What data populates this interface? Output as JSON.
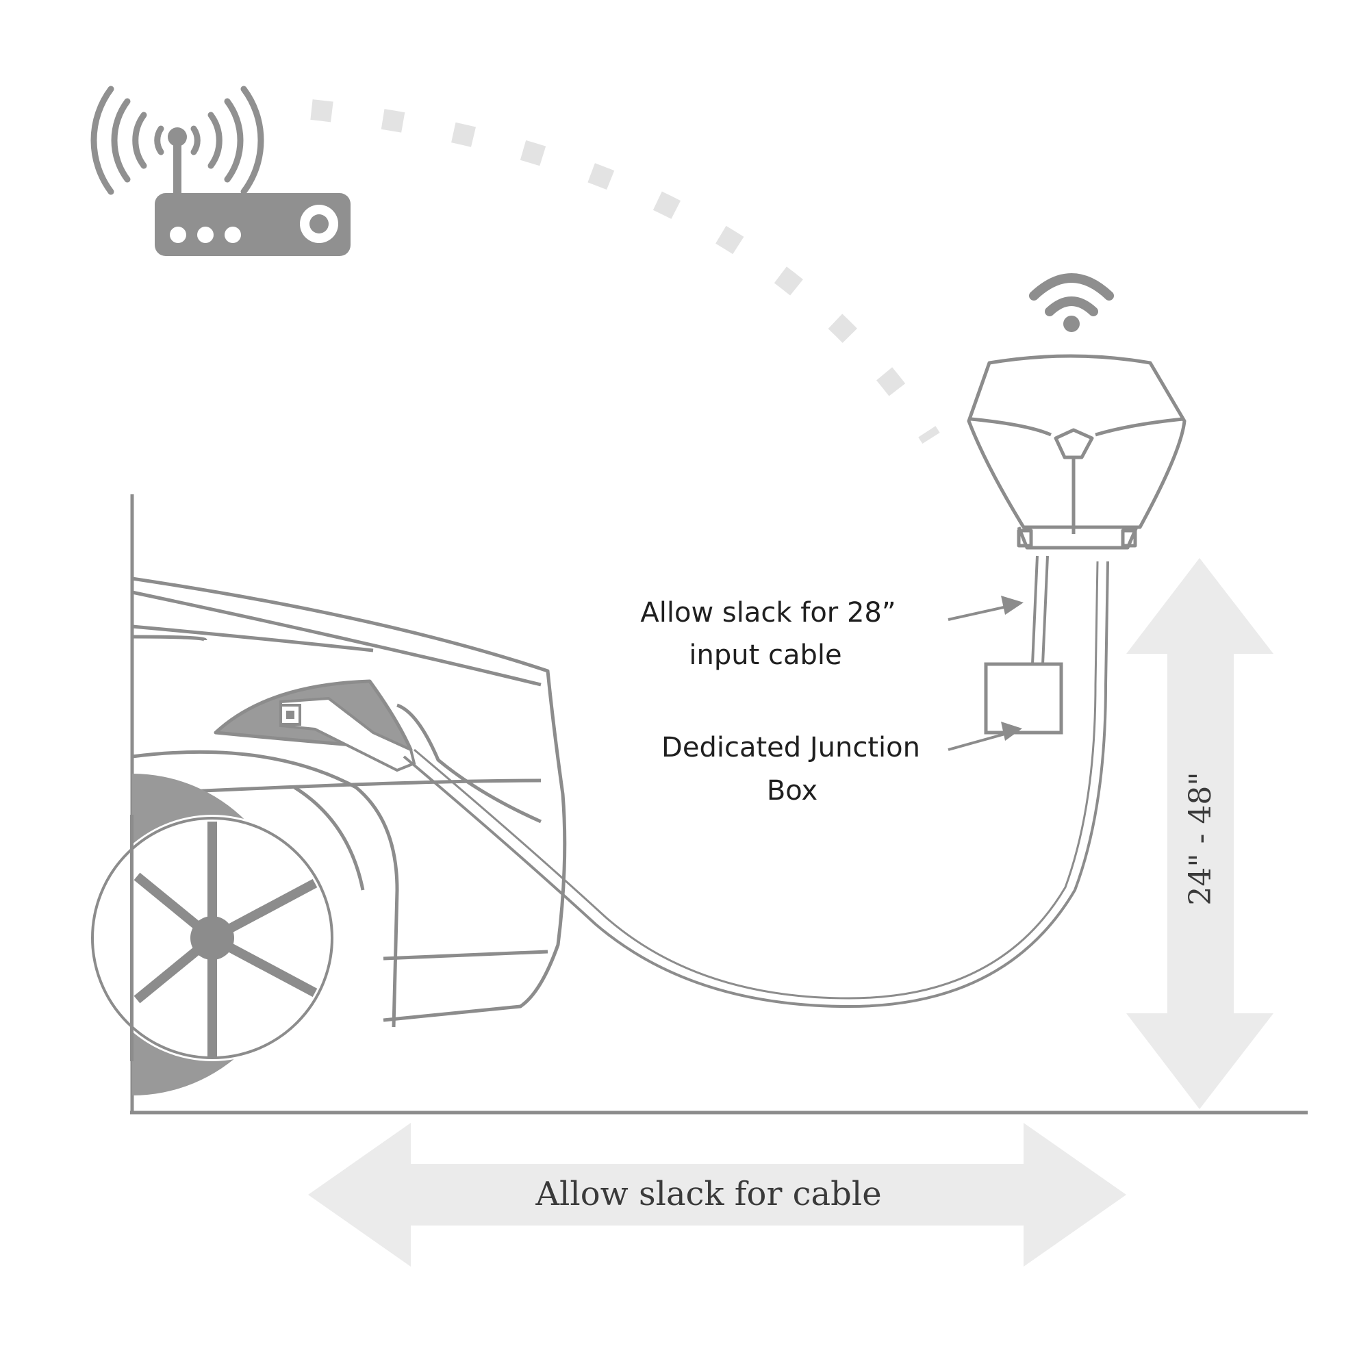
{
  "labels": {
    "input_cable_line1": "Allow slack for 28”",
    "input_cable_line2": "input cable",
    "junction_box_line1": "Dedicated Junction",
    "junction_box_line2": "Box",
    "height_range": "24\" - 48\"",
    "cable_slack": "Allow slack for cable"
  },
  "colors": {
    "line": "#8c8c8c",
    "icon": "#909090",
    "wave": "#e2e2e2",
    "arrow_fill": "#ebebeb",
    "text": "#1f1f1f"
  },
  "icons": [
    "wifi-router-icon",
    "wifi-signal-icon"
  ]
}
